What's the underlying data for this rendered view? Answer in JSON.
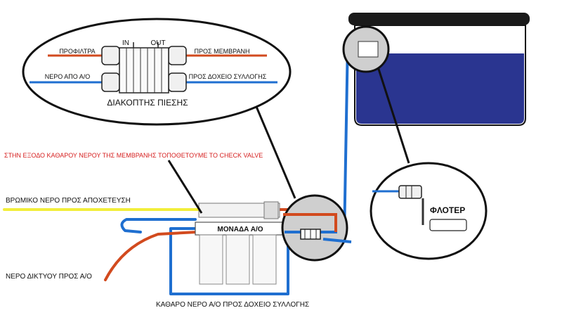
{
  "labels": {
    "prefilter": "ΠΡΟΦΙΛΤΡΑ",
    "to_membrane": "ΠΡΟΣ ΜΕΜΒΡΑΝΗ",
    "in": "IN",
    "out": "OUT",
    "water_from_ro": "ΝΕΡΟ ΑΠΟ Α/Ο",
    "to_storage_tank": "ΠΡΟΣ ΔΟΧΕΙΟ ΣΥΛΛΟΓΗΣ",
    "pressure_switch": "ΔΙΑΚΟΠΤΗΣ ΠΙΕΣΗΣ",
    "check_valve_note": "ΣΤΗΝ ΕΞΟΔΟ ΚΑΘΑΡΟΥ ΝΕΡΟΥ ΤΗΣ ΜΕΜΒΡΑΝΗΣ ΤΟΠΟΘΕΤΟΥΜΕ ΤΟ CHECK VALVE",
    "dirty_water": "ΒΡΩΜΙΚΟ ΝΕΡΟ ΠΡΟΣ ΑΠΟΧΕΤΕΥΣΗ",
    "ro_unit": "ΜΟΝΑΔΑ Α/Ο",
    "mains_water": "ΝΕΡΟ ΔΙΚΤΥΟΥ ΠΡΟΣ Α/Ο",
    "clean_water": "ΚΑΘΑΡΟ ΝΕΡΟ Α/Ο ΠΡΟΣ ΔΟΧΕΙΟ ΣΥΛΛΟΓΗΣ",
    "float": "ΦΛΟΤΕΡ"
  },
  "colors": {
    "red_pipe": "#d24a1e",
    "blue_pipe": "#1f6fd0",
    "yellow_pipe": "#f2ee3a",
    "tank_water": "#2a3590",
    "tank_lid": "#1a1a1a",
    "lens_fill": "#cfcfcf",
    "note_red": "#d62020"
  }
}
